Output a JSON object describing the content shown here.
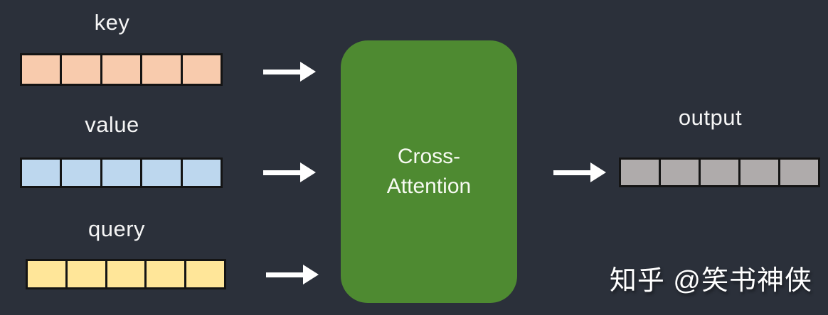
{
  "canvas": {
    "background_color": "#2B303A",
    "border_color": "#141414",
    "arrow_color": "#FFFFFF",
    "watermark": "知乎 @笑书神侠"
  },
  "inputs": [
    {
      "label": "key",
      "cell_color": "#F8CBAD",
      "cell_count": 5
    },
    {
      "label": "value",
      "cell_color": "#BDD7EE",
      "cell_count": 5
    },
    {
      "label": "query",
      "cell_color": "#FFE699",
      "cell_count": 5
    }
  ],
  "block": {
    "label_line1": "Cross-",
    "label_line2": "Attention",
    "color": "#4E8A31"
  },
  "output": {
    "label": "output",
    "cell_color": "#AFABAB",
    "cell_count": 5
  }
}
